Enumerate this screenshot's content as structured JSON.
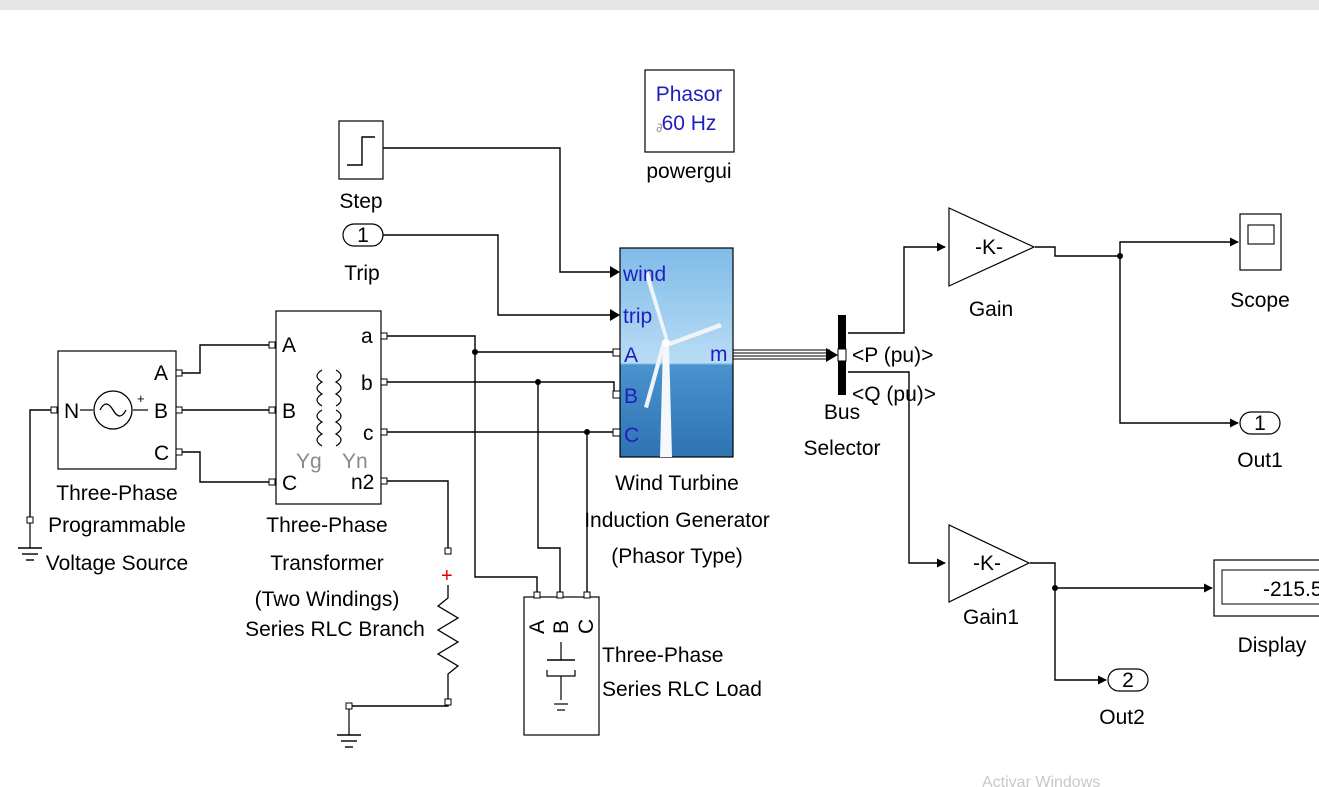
{
  "blocks": {
    "powergui": {
      "line1": "Phasor",
      "line2": "60 Hz",
      "name": "powergui"
    },
    "step": {
      "name": "Step"
    },
    "trip": {
      "port": "1",
      "name": "Trip"
    },
    "source": {
      "ports": [
        "N",
        "A",
        "B",
        "C"
      ],
      "name_lines": [
        "Three-Phase",
        "Programmable",
        "Voltage Source"
      ]
    },
    "transformer": {
      "ports_left": [
        "A",
        "B",
        "C"
      ],
      "ports_right": [
        "a",
        "b",
        "c",
        "n2"
      ],
      "winding1": "Yg",
      "winding2": "Yn",
      "name_lines": [
        "Three-Phase",
        "Transformer",
        "(Two Windings)"
      ]
    },
    "rlc_branch": {
      "polarity": "+",
      "name": "Series RLC Branch"
    },
    "wind_turbine": {
      "ports_in": [
        "wind",
        "trip",
        "A",
        "B",
        "C"
      ],
      "port_out": "m",
      "name_lines": [
        "Wind Turbine",
        "Induction Generator",
        "(Phasor Type)"
      ]
    },
    "bus_selector": {
      "outputs": [
        "<P (pu)>",
        "<Q (pu)>"
      ],
      "name_lines": [
        "Bus",
        "Selector"
      ]
    },
    "gain": {
      "value": "-K-",
      "name": "Gain"
    },
    "gain1": {
      "value": "-K-",
      "name": "Gain1"
    },
    "scope": {
      "name": "Scope"
    },
    "out1": {
      "port": "1",
      "name": "Out1"
    },
    "out2": {
      "port": "2",
      "name": "Out2"
    },
    "display": {
      "value": "-215.5",
      "name": "Display"
    },
    "load": {
      "ports": [
        "A",
        "B",
        "C"
      ],
      "name_lines": [
        "Three-Phase",
        "Series RLC Load"
      ]
    }
  },
  "watermark": "Activar Windows",
  "colors": {
    "port_label": "#1f1fbf",
    "turbine_sky": "#a9d4f2",
    "turbine_sea": "#3f8fcf"
  }
}
